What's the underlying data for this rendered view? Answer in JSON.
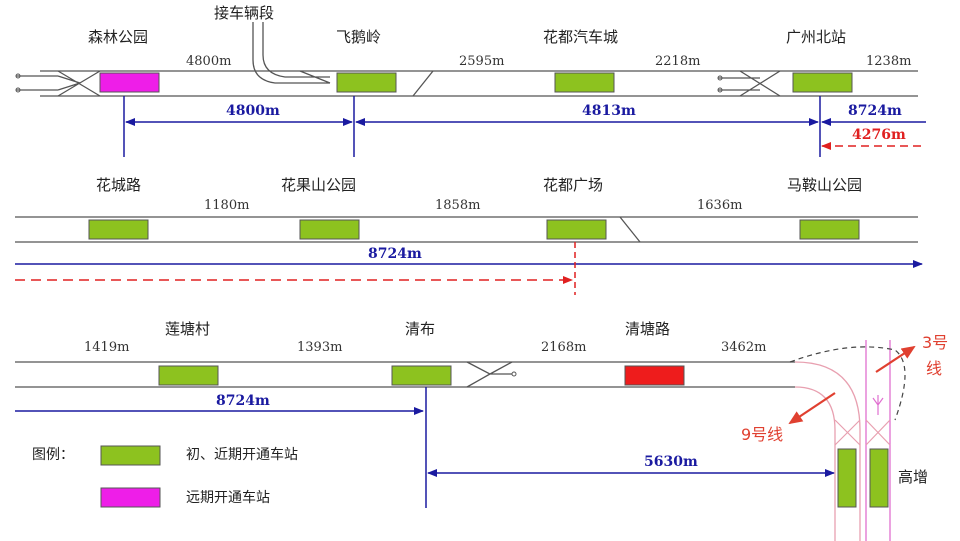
{
  "colors": {
    "near_term": "#8dc21f",
    "long_term": "#ee1ee8",
    "current": "#ee1c1c",
    "dimension": "#1a1aa0",
    "extension": "#e02020"
  },
  "depot": "接车辆段",
  "row1": {
    "stations": [
      "森林公园",
      "飞鹅岭",
      "花都汽车城",
      "广州北站"
    ],
    "distances": [
      "4800m",
      "2595m",
      "2218m",
      "1238m"
    ],
    "dims": [
      "4800m",
      "4813m",
      "8724m"
    ],
    "red_dim": "4276m"
  },
  "row2": {
    "stations": [
      "花城路",
      "花果山公园",
      "花都广场",
      "马鞍山公园"
    ],
    "distances": [
      "1180m",
      "1858m",
      "1636m"
    ],
    "dim": "8724m"
  },
  "row3": {
    "stations": [
      "莲塘村",
      "清布",
      "清塘路",
      "高增"
    ],
    "distances": [
      "1419m",
      "1393m",
      "2168m",
      "3462m"
    ],
    "dims": [
      "8724m",
      "5630m"
    ],
    "line3": "3号\n线",
    "line9": "9号线"
  },
  "legend": {
    "title": "图例：",
    "near": "初、近期开通车站",
    "far": "远期开通车站"
  }
}
